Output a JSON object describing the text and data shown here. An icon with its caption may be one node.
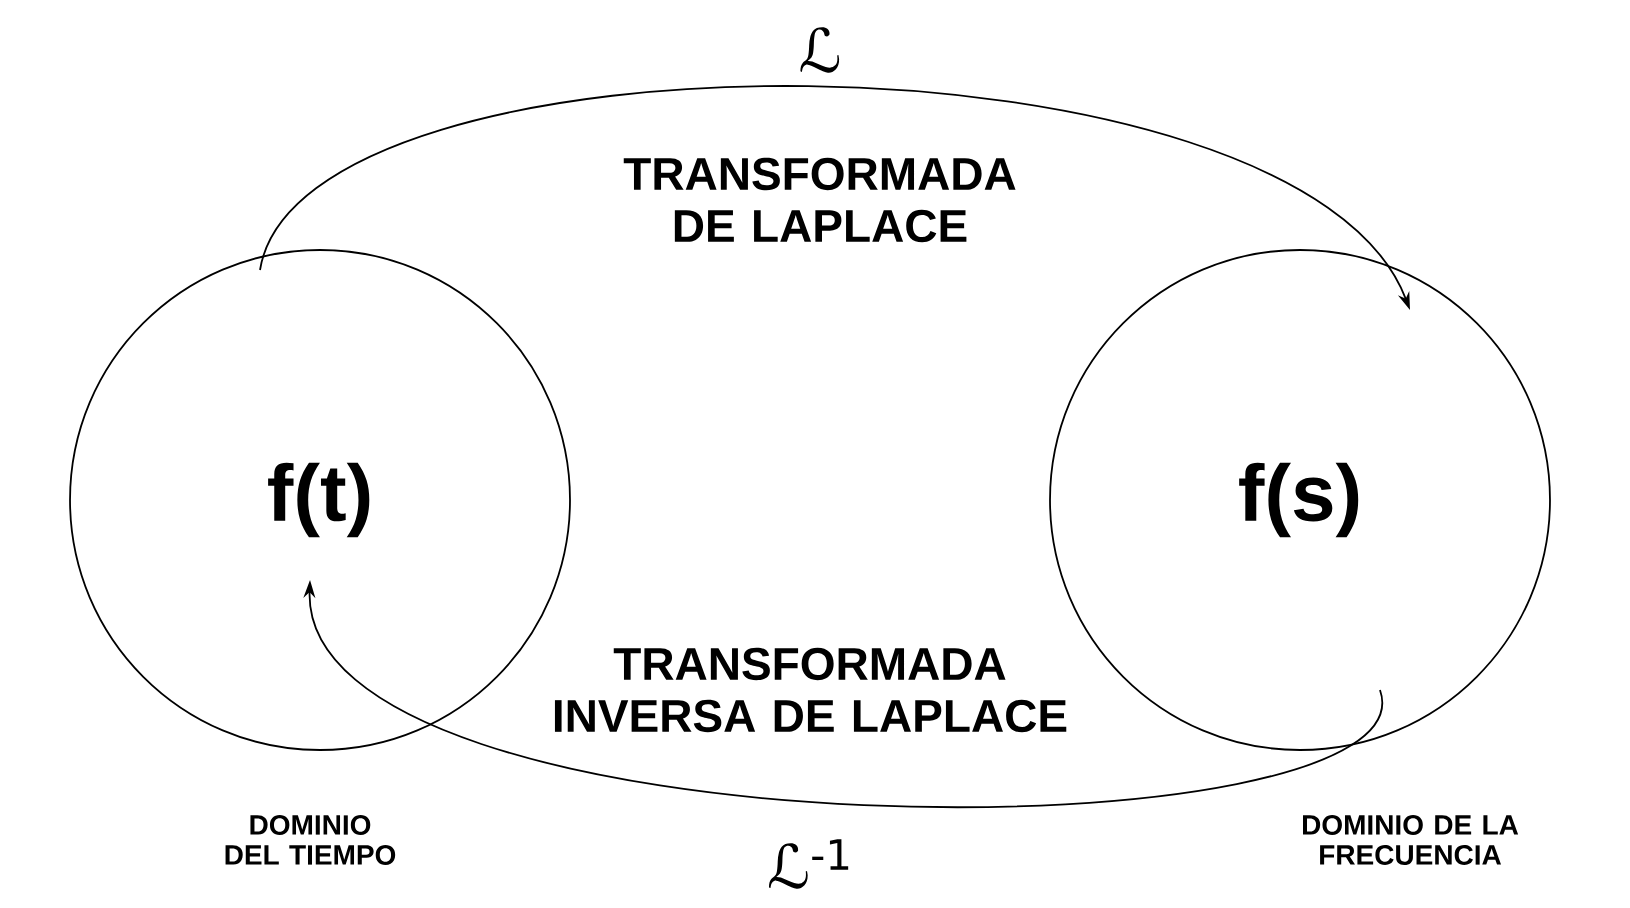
{
  "diagram": {
    "nodes": [
      {
        "text": [
          "f(t)"
        ],
        "beside": [
          "DOMINIO DEL TIEMPO"
        ]
      },
      {
        "text": [
          "f(s)"
        ],
        "beside": [
          "DOMINIO DE LA FRECUENCIA"
        ]
      }
    ],
    "edges": [
      {
        "from": 0,
        "to": 1,
        "arrow": "to",
        "label": "TRANSFORMADA DE LAPLACE"
      },
      {
        "from": 1,
        "to": 0,
        "arrow": "to",
        "label": "TRANSFORMADA INVERSA DE LAPLACE"
      }
    ],
    "labels": [
      "ℒ",
      "ℒ$^{-1}$"
    ]
  }
}
